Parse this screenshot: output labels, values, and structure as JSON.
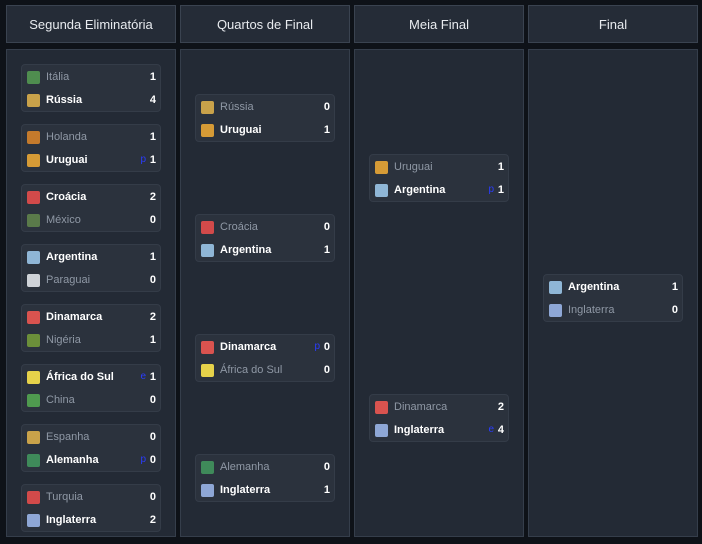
{
  "rounds": [
    {
      "title": "Segunda Eliminatória",
      "matches": [
        {
          "teams": [
            {
              "name": "Itália",
              "score": "1",
              "win": false,
              "tag": "",
              "flag": "#4f8d4f"
            },
            {
              "name": "Rússia",
              "score": "4",
              "win": true,
              "tag": "",
              "flag": "#c9a24a"
            }
          ]
        },
        {
          "teams": [
            {
              "name": "Holanda",
              "score": "1",
              "win": false,
              "tag": "",
              "flag": "#c47a2c"
            },
            {
              "name": "Uruguai",
              "score": "1",
              "win": true,
              "tag": "p",
              "flag": "#d69b36"
            }
          ]
        },
        {
          "teams": [
            {
              "name": "Croácia",
              "score": "2",
              "win": true,
              "tag": "",
              "flag": "#d24a4a"
            },
            {
              "name": "México",
              "score": "0",
              "win": false,
              "tag": "",
              "flag": "#5a7a4a"
            }
          ]
        },
        {
          "teams": [
            {
              "name": "Argentina",
              "score": "1",
              "win": true,
              "tag": "",
              "flag": "#8fb6d6"
            },
            {
              "name": "Paraguai",
              "score": "0",
              "win": false,
              "tag": "",
              "flag": "#cfd3d8"
            }
          ]
        },
        {
          "teams": [
            {
              "name": "Dinamarca",
              "score": "2",
              "win": true,
              "tag": "",
              "flag": "#d9534f"
            },
            {
              "name": "Nigéria",
              "score": "1",
              "win": false,
              "tag": "",
              "flag": "#6b8f3a"
            }
          ]
        },
        {
          "teams": [
            {
              "name": "África do Sul",
              "score": "1",
              "win": true,
              "tag": "e",
              "flag": "#e6d24a"
            },
            {
              "name": "China",
              "score": "0",
              "win": false,
              "tag": "",
              "flag": "#4f9a4f"
            }
          ]
        },
        {
          "teams": [
            {
              "name": "Espanha",
              "score": "0",
              "win": false,
              "tag": "",
              "flag": "#c9a24a"
            },
            {
              "name": "Alemanha",
              "score": "0",
              "win": true,
              "tag": "p",
              "flag": "#3f8a5a"
            }
          ]
        },
        {
          "teams": [
            {
              "name": "Turquia",
              "score": "0",
              "win": false,
              "tag": "",
              "flag": "#d24a4a"
            },
            {
              "name": "Inglaterra",
              "score": "2",
              "win": true,
              "tag": "",
              "flag": "#8ea7d6"
            }
          ]
        }
      ]
    },
    {
      "title": "Quartos de Final",
      "matches": [
        {
          "teams": [
            {
              "name": "Rússia",
              "score": "0",
              "win": false,
              "tag": "",
              "flag": "#c9a24a"
            },
            {
              "name": "Uruguai",
              "score": "1",
              "win": true,
              "tag": "",
              "flag": "#d69b36"
            }
          ]
        },
        {
          "teams": [
            {
              "name": "Croácia",
              "score": "0",
              "win": false,
              "tag": "",
              "flag": "#d24a4a"
            },
            {
              "name": "Argentina",
              "score": "1",
              "win": true,
              "tag": "",
              "flag": "#8fb6d6"
            }
          ]
        },
        {
          "teams": [
            {
              "name": "Dinamarca",
              "score": "0",
              "win": true,
              "tag": "p",
              "flag": "#d9534f"
            },
            {
              "name": "África do Sul",
              "score": "0",
              "win": false,
              "tag": "",
              "flag": "#e6d24a"
            }
          ]
        },
        {
          "teams": [
            {
              "name": "Alemanha",
              "score": "0",
              "win": false,
              "tag": "",
              "flag": "#3f8a5a"
            },
            {
              "name": "Inglaterra",
              "score": "1",
              "win": true,
              "tag": "",
              "flag": "#8ea7d6"
            }
          ]
        }
      ]
    },
    {
      "title": "Meia Final",
      "matches": [
        {
          "teams": [
            {
              "name": "Uruguai",
              "score": "1",
              "win": false,
              "tag": "",
              "flag": "#d69b36"
            },
            {
              "name": "Argentina",
              "score": "1",
              "win": true,
              "tag": "p",
              "flag": "#8fb6d6"
            }
          ]
        },
        {
          "teams": [
            {
              "name": "Dinamarca",
              "score": "2",
              "win": false,
              "tag": "",
              "flag": "#d9534f"
            },
            {
              "name": "Inglaterra",
              "score": "4",
              "win": true,
              "tag": "e",
              "flag": "#8ea7d6"
            }
          ]
        }
      ]
    },
    {
      "title": "Final",
      "matches": [
        {
          "teams": [
            {
              "name": "Argentina",
              "score": "1",
              "win": true,
              "tag": "",
              "flag": "#8fb6d6"
            },
            {
              "name": "Inglaterra",
              "score": "0",
              "win": false,
              "tag": "",
              "flag": "#8ea7d6"
            }
          ]
        }
      ]
    }
  ]
}
